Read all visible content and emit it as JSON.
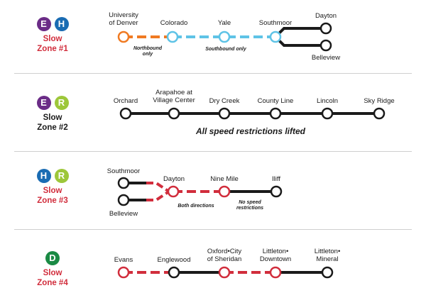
{
  "colors": {
    "E": "#6b2c87",
    "H": "#1a6cb3",
    "R": "#9dc73a",
    "D": "#1a8a44",
    "slow": "#d12d3c",
    "orange": "#f07a22",
    "blue": "#5ec3e6",
    "track": "#1a1a1a"
  },
  "zones": [
    {
      "badges": [
        "E",
        "H"
      ],
      "label_line1": "Slow",
      "label_line2": "Zone #1",
      "stations": {
        "university": "University\nof Denver",
        "colorado": "Colorado",
        "yale": "Yale",
        "southmoor": "Southmoor",
        "dayton": "Dayton",
        "belleview": "Belleview"
      },
      "notes": {
        "northbound": "Northbound\nonly",
        "southbound": "Southbound only"
      }
    },
    {
      "badges": [
        "E",
        "R"
      ],
      "label_line1": "Slow",
      "label_line2": "Zone #2",
      "stations": {
        "orchard": "Orchard",
        "arapahoe": "Arapahoe at\nVillage Center",
        "drycreek": "Dry Creek",
        "countyline": "County Line",
        "lincoln": "Lincoln",
        "skyridge": "Sky Ridge"
      },
      "notes": {
        "lifted": "All speed restrictions lifted"
      }
    },
    {
      "badges": [
        "H",
        "R"
      ],
      "label_line1": "Slow",
      "label_line2": "Zone #3",
      "stations": {
        "southmoor": "Southmoor",
        "belleview": "Belleview",
        "dayton": "Dayton",
        "ninemile": "Nine Mile",
        "iliff": "Iliff"
      },
      "notes": {
        "both": "Both directions",
        "nospeed": "No speed\nrestrictions"
      }
    },
    {
      "badges": [
        "D"
      ],
      "label_line1": "Slow",
      "label_line2": "Zone #4",
      "stations": {
        "evans": "Evans",
        "englewood": "Englewood",
        "oxford": "Oxford•City\nof Sheridan",
        "littletondt": "Littleton•\nDowntown",
        "littletonmin": "Littleton•\nMineral"
      }
    }
  ]
}
